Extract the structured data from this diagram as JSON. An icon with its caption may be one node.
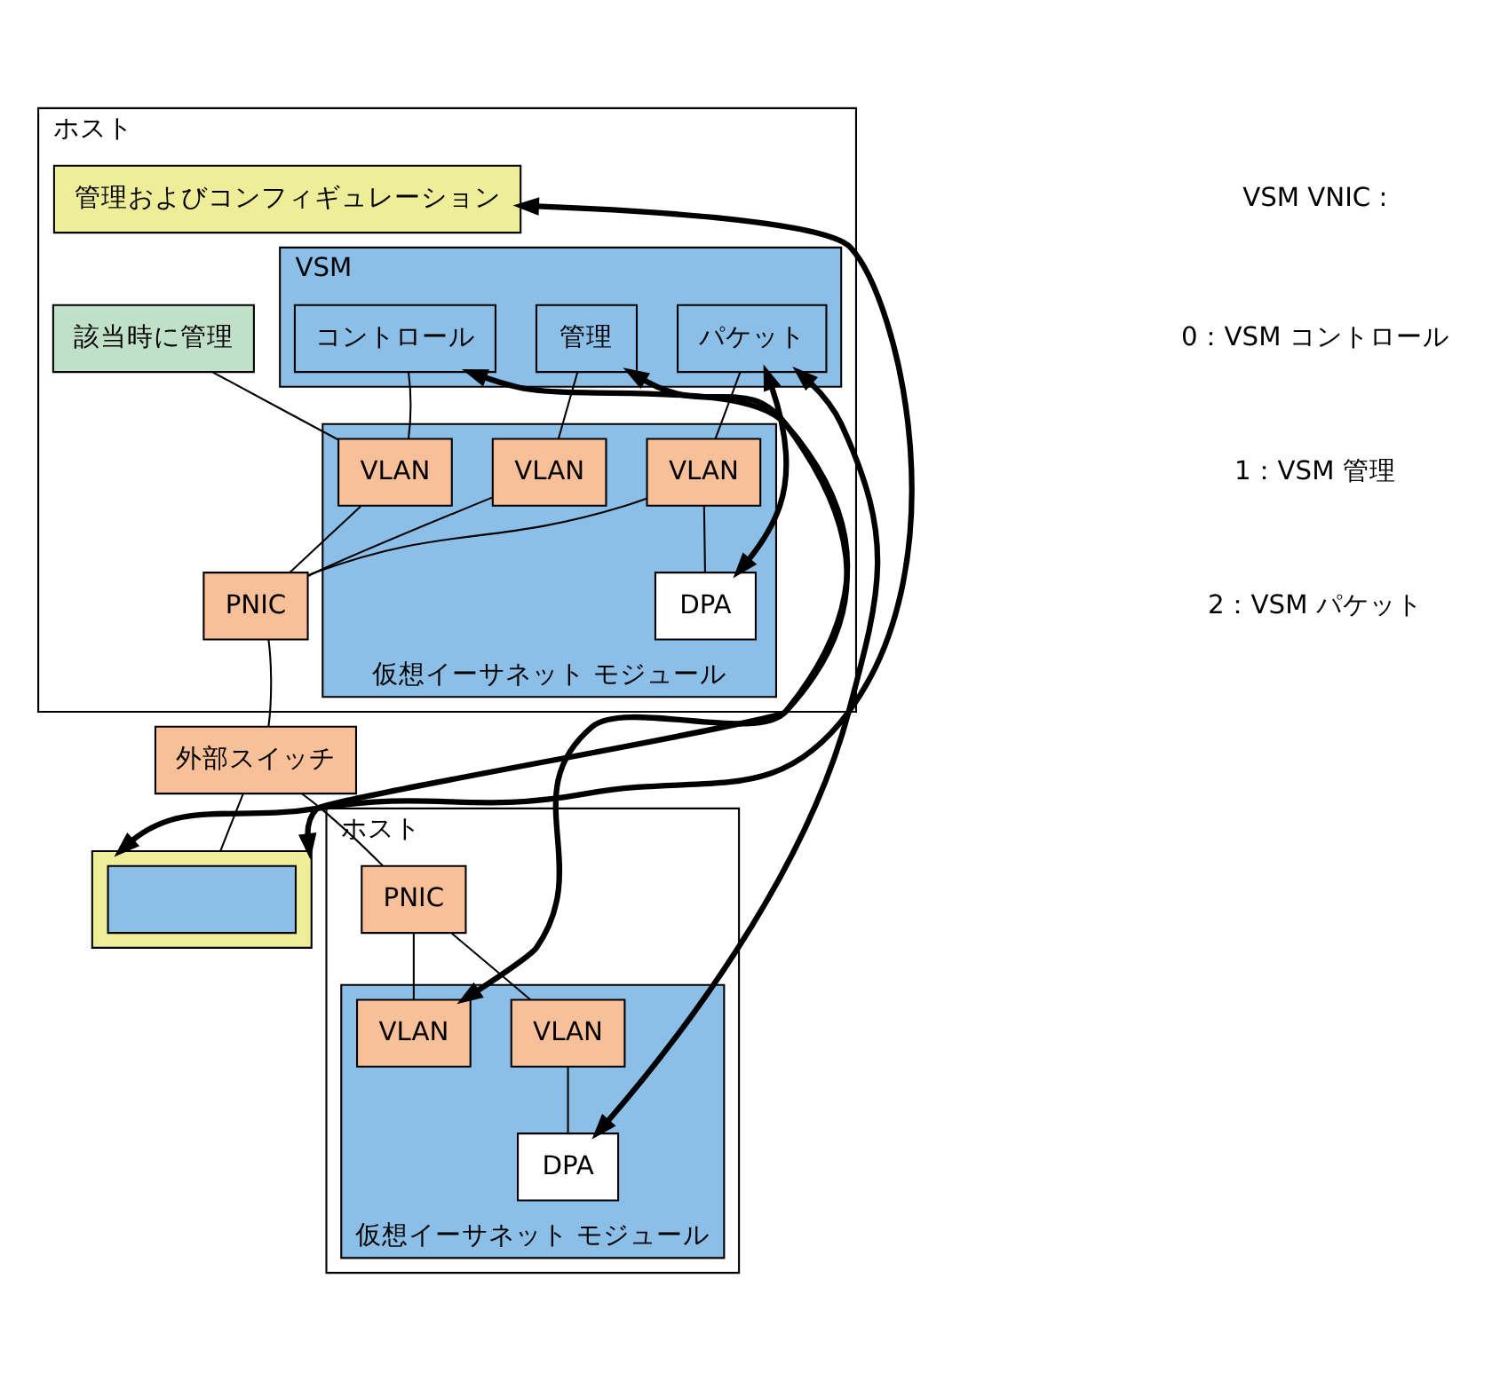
{
  "diagram": {
    "nodes": [
      {
        "text": [
          "ホスト"
        ]
      },
      {
        "text": [
          "管理およびコンフィギュレーション"
        ],
        "in": 0
      },
      {
        "text": [
          "VSM"
        ],
        "in": 0
      },
      {
        "text": [
          "コントロール"
        ],
        "in": 2
      },
      {
        "text": [
          "管理"
        ],
        "in": 2
      },
      {
        "text": [
          "パケット"
        ],
        "in": 2
      },
      {
        "text": [
          "該当時に管理"
        ],
        "in": 0
      },
      {
        "text": [
          "仮想イーサネット モジュール"
        ],
        "in": 0
      },
      {
        "text": [
          "VLAN"
        ],
        "in": 7
      },
      {
        "text": [
          "VLAN"
        ],
        "in": 7
      },
      {
        "text": [
          "VLAN"
        ],
        "in": 7
      },
      {
        "text": [
          "DPA"
        ],
        "in": 7
      },
      {
        "text": [
          "PNIC"
        ],
        "in": 0
      },
      {
        "text": [
          "外部スイッチ"
        ]
      },
      {
        "text": [],
        "shape": "box"
      },
      {
        "text": [],
        "shape": "box",
        "in": 14
      },
      {
        "text": [
          "ホスト"
        ]
      },
      {
        "text": [
          "PNIC"
        ],
        "in": 16
      },
      {
        "text": [
          "仮想イーサネット モジュール"
        ],
        "in": 16
      },
      {
        "text": [
          "VLAN"
        ],
        "in": 18
      },
      {
        "text": [
          "VLAN"
        ],
        "in": 18
      },
      {
        "text": [
          "DPA"
        ],
        "in": 18
      }
    ],
    "edges": [
      {
        "from": 14,
        "to": 1,
        "arrow": "both",
        "style": "thick"
      },
      {
        "from": 14,
        "to": 3,
        "arrow": "both",
        "style": "thick"
      },
      {
        "from": 4,
        "to": 19,
        "arrow": "both",
        "style": "thick"
      },
      {
        "from": 5,
        "to": 21,
        "arrow": "both",
        "style": "thick"
      },
      {
        "from": 5,
        "to": 11,
        "arrow": "both",
        "style": "thick"
      },
      {
        "from": 6,
        "to": 8,
        "arrow": "none"
      },
      {
        "from": 3,
        "to": 8,
        "arrow": "none"
      },
      {
        "from": 4,
        "to": 9,
        "arrow": "none"
      },
      {
        "from": 5,
        "to": 10,
        "arrow": "none"
      },
      {
        "from": 10,
        "to": 11,
        "arrow": "none"
      },
      {
        "from": 8,
        "to": 12,
        "arrow": "none"
      },
      {
        "from": 9,
        "to": 12,
        "arrow": "none"
      },
      {
        "from": 10,
        "to": 12,
        "arrow": "none"
      },
      {
        "from": 12,
        "to": 13,
        "arrow": "none"
      },
      {
        "from": 13,
        "to": 14,
        "arrow": "none"
      },
      {
        "from": 13,
        "to": 17,
        "arrow": "none"
      },
      {
        "from": 17,
        "to": 19,
        "arrow": "none"
      },
      {
        "from": 17,
        "to": 20,
        "arrow": "none"
      },
      {
        "from": 20,
        "to": 21,
        "arrow": "none"
      }
    ],
    "labels": [
      "VSM VNIC :",
      "0：VSM コントロール",
      "1：VSM 管理",
      "2：VSM パケット"
    ]
  }
}
